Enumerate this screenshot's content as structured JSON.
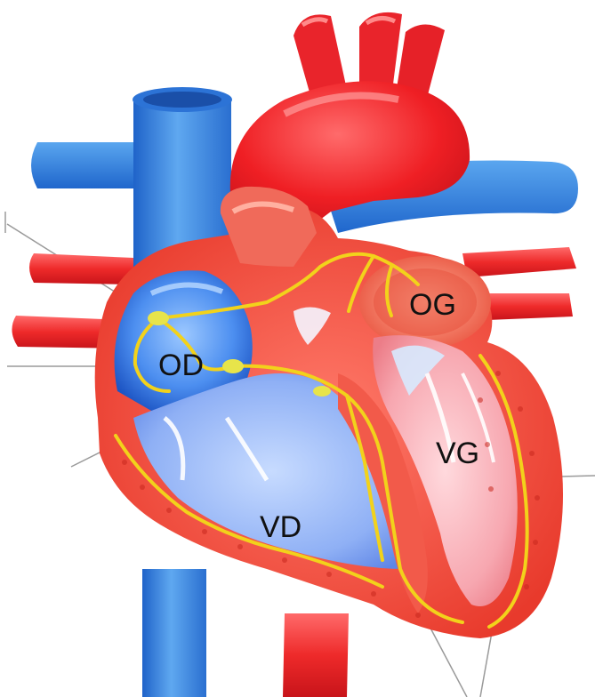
{
  "labels": {
    "od": "OD",
    "og": "OG",
    "vg": "VG",
    "vd": "VD"
  },
  "icons": {
    "illustration": "heart-cross-section-illustration"
  },
  "colors": {
    "artery_red": "#e8232a",
    "vein_blue": "#3f8fe0",
    "conduction_yellow": "#f2d21b",
    "leader_line": "#9a9a9a"
  }
}
